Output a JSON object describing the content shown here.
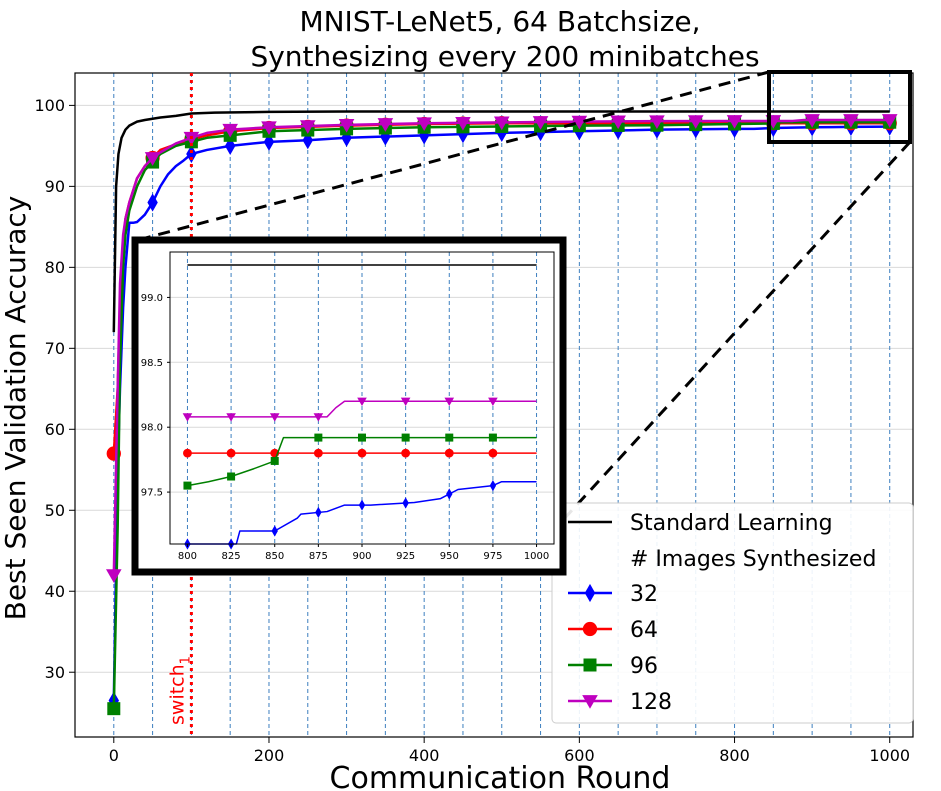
{
  "chart_data": [
    {
      "type": "line",
      "title": "MNIST-LeNet5, 64 Batchsize,",
      "subtitle": "Synthesizing every 200 minibatches",
      "xlabel": "Communication Round",
      "ylabel": "Best Seen Validation Accuracy",
      "xlim": [
        -50,
        1030
      ],
      "ylim": [
        22,
        104
      ],
      "xticks": [
        0,
        200,
        400,
        600,
        800,
        1000
      ],
      "yticks": [
        30,
        40,
        50,
        60,
        70,
        80,
        90,
        100
      ],
      "grid": true,
      "vertical_dashed_lines": [
        0,
        50,
        100,
        150,
        200,
        250,
        300,
        350,
        400,
        450,
        500,
        550,
        600,
        650,
        700,
        750,
        800,
        850,
        900,
        950,
        1000
      ],
      "switch_line": {
        "x": 100,
        "label": "switch",
        "subscript": "1",
        "color": "#ff0000"
      },
      "legend": {
        "placement": "lower-right",
        "header": "# Images Synthesized",
        "entries": [
          "Standard Learning",
          "32",
          "64",
          "96",
          "128"
        ]
      },
      "series": [
        {
          "name": "Standard Learning",
          "color": "#000000",
          "marker": "none",
          "x": [
            0,
            3,
            6,
            10,
            15,
            20,
            30,
            40,
            60,
            80,
            100,
            130,
            200,
            300,
            500,
            1000
          ],
          "y": [
            72,
            90,
            94,
            96,
            97,
            97.5,
            98,
            98.2,
            98.5,
            98.7,
            99,
            99.1,
            99.2,
            99.25,
            99.25,
            99.25
          ]
        },
        {
          "name": "32",
          "color": "#0000ff",
          "marker": "diamond",
          "x": [
            0,
            5,
            8,
            12,
            15,
            20,
            25,
            30,
            40,
            50,
            60,
            70,
            80,
            90,
            100,
            120,
            150,
            200,
            250,
            300,
            400,
            500,
            600,
            700,
            800,
            825,
            850,
            875,
            900,
            925,
            950,
            975,
            1000
          ],
          "y": [
            26.5,
            55,
            65,
            75,
            80,
            85.5,
            85.5,
            85.6,
            86.5,
            88,
            90,
            91.5,
            92.5,
            93.2,
            94,
            94.5,
            95,
            95.5,
            95.7,
            96,
            96.3,
            96.6,
            96.8,
            97,
            97.1,
            97.1,
            97.2,
            97.25,
            97.3,
            97.32,
            97.35,
            97.37,
            97.38
          ],
          "marker_x": [
            0,
            50,
            100,
            150,
            200,
            250,
            300,
            350,
            400,
            450,
            500,
            550,
            600,
            650,
            700,
            750,
            800,
            850,
            900,
            950,
            1000
          ]
        },
        {
          "name": "64",
          "color": "#ff0000",
          "marker": "circle",
          "x": [
            0,
            5,
            8,
            12,
            15,
            20,
            30,
            40,
            50,
            60,
            80,
            100,
            120,
            150,
            200,
            300,
            400,
            500,
            600,
            700,
            800,
            1000
          ],
          "y": [
            57,
            65,
            75,
            82,
            86,
            88,
            91,
            92.5,
            93.5,
            94.5,
            95.2,
            95.8,
            96.3,
            96.8,
            97.2,
            97.5,
            97.7,
            97.8,
            97.8,
            97.8,
            97.8,
            97.8
          ],
          "marker_x": [
            0,
            50,
            100,
            150,
            200,
            250,
            300,
            350,
            400,
            450,
            500,
            550,
            600,
            650,
            700,
            750,
            800,
            850,
            900,
            950,
            1000
          ]
        },
        {
          "name": "96",
          "color": "#008000",
          "marker": "square",
          "x": [
            0,
            5,
            8,
            12,
            15,
            20,
            30,
            40,
            50,
            60,
            80,
            100,
            120,
            150,
            200,
            300,
            400,
            500,
            600,
            700,
            800,
            825,
            850,
            860,
            900,
            1000
          ],
          "y": [
            25.5,
            48,
            68,
            80,
            84,
            87,
            90,
            92,
            93,
            94,
            95,
            95.5,
            96,
            96.3,
            96.8,
            97.1,
            97.3,
            97.4,
            97.5,
            97.55,
            97.7,
            97.73,
            97.77,
            97.92,
            97.92,
            97.92
          ],
          "marker_x": [
            0,
            50,
            100,
            150,
            200,
            250,
            300,
            350,
            400,
            450,
            500,
            550,
            600,
            650,
            700,
            750,
            800,
            850,
            900,
            950,
            1000
          ]
        },
        {
          "name": "128",
          "color": "#bf00bf",
          "marker": "triangle-down",
          "x": [
            0,
            5,
            8,
            12,
            15,
            20,
            30,
            40,
            50,
            60,
            80,
            100,
            120,
            150,
            200,
            300,
            400,
            500,
            600,
            700,
            800,
            875,
            890,
            1000
          ],
          "y": [
            42,
            65,
            78,
            84,
            86,
            88,
            91,
            92.5,
            93.5,
            94.2,
            95.3,
            96,
            96.6,
            97,
            97.3,
            97.6,
            97.8,
            97.9,
            98,
            98.05,
            98.08,
            98.08,
            98.2,
            98.2
          ],
          "marker_x": [
            0,
            50,
            100,
            150,
            200,
            250,
            300,
            350,
            400,
            450,
            500,
            550,
            600,
            650,
            700,
            750,
            800,
            850,
            900,
            950,
            1000
          ]
        }
      ]
    },
    {
      "type": "line",
      "role": "inset-zoom",
      "xlim": [
        790,
        1010
      ],
      "ylim": [
        97.1,
        99.35
      ],
      "xticks": [
        800,
        825,
        850,
        875,
        900,
        925,
        950,
        975,
        1000
      ],
      "yticks": [
        97.5,
        98.0,
        98.5,
        99.0
      ],
      "ytick_labels": [
        "97.5",
        "98.0",
        "98.5",
        "99.0"
      ],
      "grid": true,
      "series": [
        {
          "name": "Standard Learning",
          "color": "#000000",
          "marker": "none",
          "x": [
            800,
            1000
          ],
          "y": [
            99.25,
            99.25
          ]
        },
        {
          "name": "32",
          "color": "#0000ff",
          "marker": "diamond",
          "x": [
            800,
            828,
            830,
            850,
            863,
            865,
            880,
            890,
            905,
            930,
            945,
            955,
            975,
            980,
            1000
          ],
          "y": [
            97.1,
            97.1,
            97.2,
            97.2,
            97.3,
            97.33,
            97.35,
            97.4,
            97.4,
            97.42,
            97.45,
            97.52,
            97.55,
            97.58,
            97.58
          ],
          "marker_x": [
            800,
            825,
            850,
            875,
            900,
            925,
            950,
            975
          ]
        },
        {
          "name": "64",
          "color": "#ff0000",
          "marker": "circle",
          "x": [
            800,
            1000
          ],
          "y": [
            97.8,
            97.8
          ],
          "marker_x": [
            800,
            825,
            850,
            875,
            900,
            925,
            950,
            975
          ]
        },
        {
          "name": "96",
          "color": "#008000",
          "marker": "square",
          "x": [
            800,
            812,
            825,
            838,
            850,
            855,
            875,
            1000
          ],
          "y": [
            97.55,
            97.58,
            97.62,
            97.68,
            97.74,
            97.92,
            97.92,
            97.92
          ],
          "marker_x": [
            800,
            825,
            850,
            875,
            900,
            925,
            950,
            975
          ]
        },
        {
          "name": "128",
          "color": "#bf00bf",
          "marker": "triangle-down",
          "x": [
            800,
            880,
            885,
            890,
            1000
          ],
          "y": [
            98.08,
            98.08,
            98.15,
            98.2,
            98.2
          ],
          "marker_x": [
            800,
            825,
            850,
            875,
            900,
            925,
            950,
            975
          ]
        }
      ]
    }
  ]
}
